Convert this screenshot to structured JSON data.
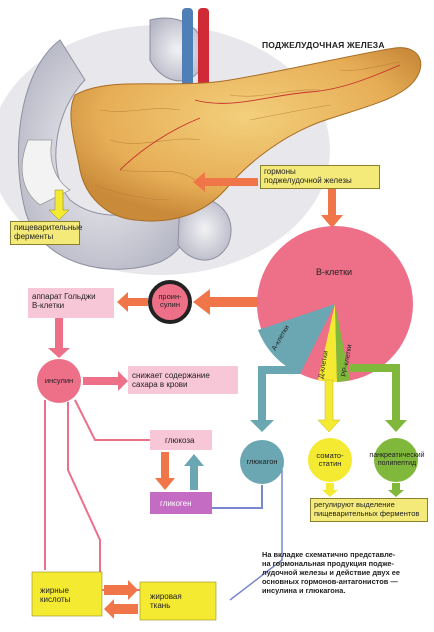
{
  "title": "ПОДЖЕЛУДОЧНАЯ ЖЕЛЕЗА",
  "labels": {
    "hormones": "гормоны\nподжелудочной железы",
    "digestive_enzymes": "пищеварительные\nферменты",
    "golgi": "аппарат Гольджи\nВ-клетки",
    "proinsulin": "проин-\nсулин",
    "insulin": "инсулин",
    "lowers_sugar": "снижает содержание\nсахара в крови",
    "glucose": "глюкоза",
    "glycogen": "гликоген",
    "glucagon": "глюкагон",
    "somatostatin": "сомато-\nстатин",
    "pancreatic_polypeptide": "панкреатический\nполипептид",
    "regulate_enzymes": "регулируют выделение\nпищеварительных ферментов",
    "fatty_acids": "жирные\nкислоты",
    "adipose": "жировая\nткань",
    "b_cells": "В-клетки",
    "a_cells": "А-клетки",
    "d_cells": "Д-клетки",
    "pp_cells": "РР-клетки"
  },
  "caption": "На вкладке схематично представле-\nна гормональная продукция подже-\nлудочной железы и действие двух ее\nосновных гормонов-антагонистов —\nинсулина и глюкагона.",
  "colors": {
    "pink": "#ee6f88",
    "orange": "#f0764a",
    "teal": "#6aa7b2",
    "yellow": "#f4ea32",
    "green": "#7fb83a",
    "purple": "#c46bc4",
    "light_pink_box": "#f7c6d7"
  }
}
